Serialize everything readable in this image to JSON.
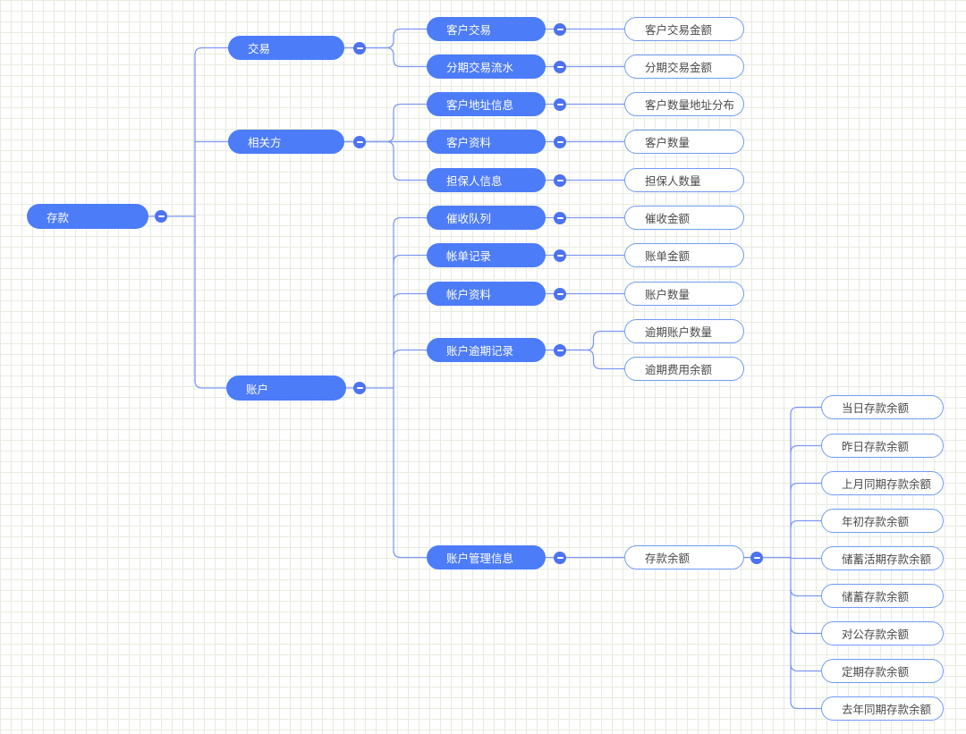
{
  "mindmap": {
    "root": {
      "label": "存款"
    },
    "branches": [
      {
        "label": "交易",
        "children": [
          {
            "label": "客户交易",
            "leaves": [
              {
                "label": "客户交易金额"
              }
            ]
          },
          {
            "label": "分期交易流水",
            "leaves": [
              {
                "label": "分期交易金额"
              }
            ]
          }
        ]
      },
      {
        "label": "相关方",
        "children": [
          {
            "label": "客户地址信息",
            "leaves": [
              {
                "label": "客户数量地址分布"
              }
            ]
          },
          {
            "label": "客户资料",
            "leaves": [
              {
                "label": "客户数量"
              }
            ]
          },
          {
            "label": "担保人信息",
            "leaves": [
              {
                "label": "担保人数量"
              }
            ]
          }
        ]
      },
      {
        "label": "账户",
        "children": [
          {
            "label": "催收队列",
            "leaves": [
              {
                "label": "催收金额"
              }
            ]
          },
          {
            "label": "帐单记录",
            "leaves": [
              {
                "label": "账单金额"
              }
            ]
          },
          {
            "label": "帐户资料",
            "leaves": [
              {
                "label": "账户数量"
              }
            ]
          },
          {
            "label": "账户逾期记录",
            "leaves": [
              {
                "label": "逾期账户数量"
              },
              {
                "label": "逾期费用余额"
              }
            ]
          },
          {
            "label": "账户管理信息",
            "leaves": [
              {
                "label": "存款余额",
                "children": [
                  {
                    "label": "当日存款余额"
                  },
                  {
                    "label": "昨日存款余额"
                  },
                  {
                    "label": "上月同期存款余额"
                  },
                  {
                    "label": "年初存款余额"
                  },
                  {
                    "label": "储蓄活期存款余额"
                  },
                  {
                    "label": "储蓄存款余额"
                  },
                  {
                    "label": "对公存款余额"
                  },
                  {
                    "label": "定期存款余额"
                  },
                  {
                    "label": "去年同期存款余额"
                  }
                ]
              }
            ]
          }
        ]
      }
    ],
    "collapse_icon": "minus",
    "colors": {
      "node_fill": "#4d7cf8",
      "node_text": "#ffffff",
      "leaf_border": "#6f9bf6",
      "leaf_text": "#4a4a4a",
      "connector": "#7e99f3",
      "grid_line": "#e7ebdf",
      "background": "#ffffff"
    }
  }
}
